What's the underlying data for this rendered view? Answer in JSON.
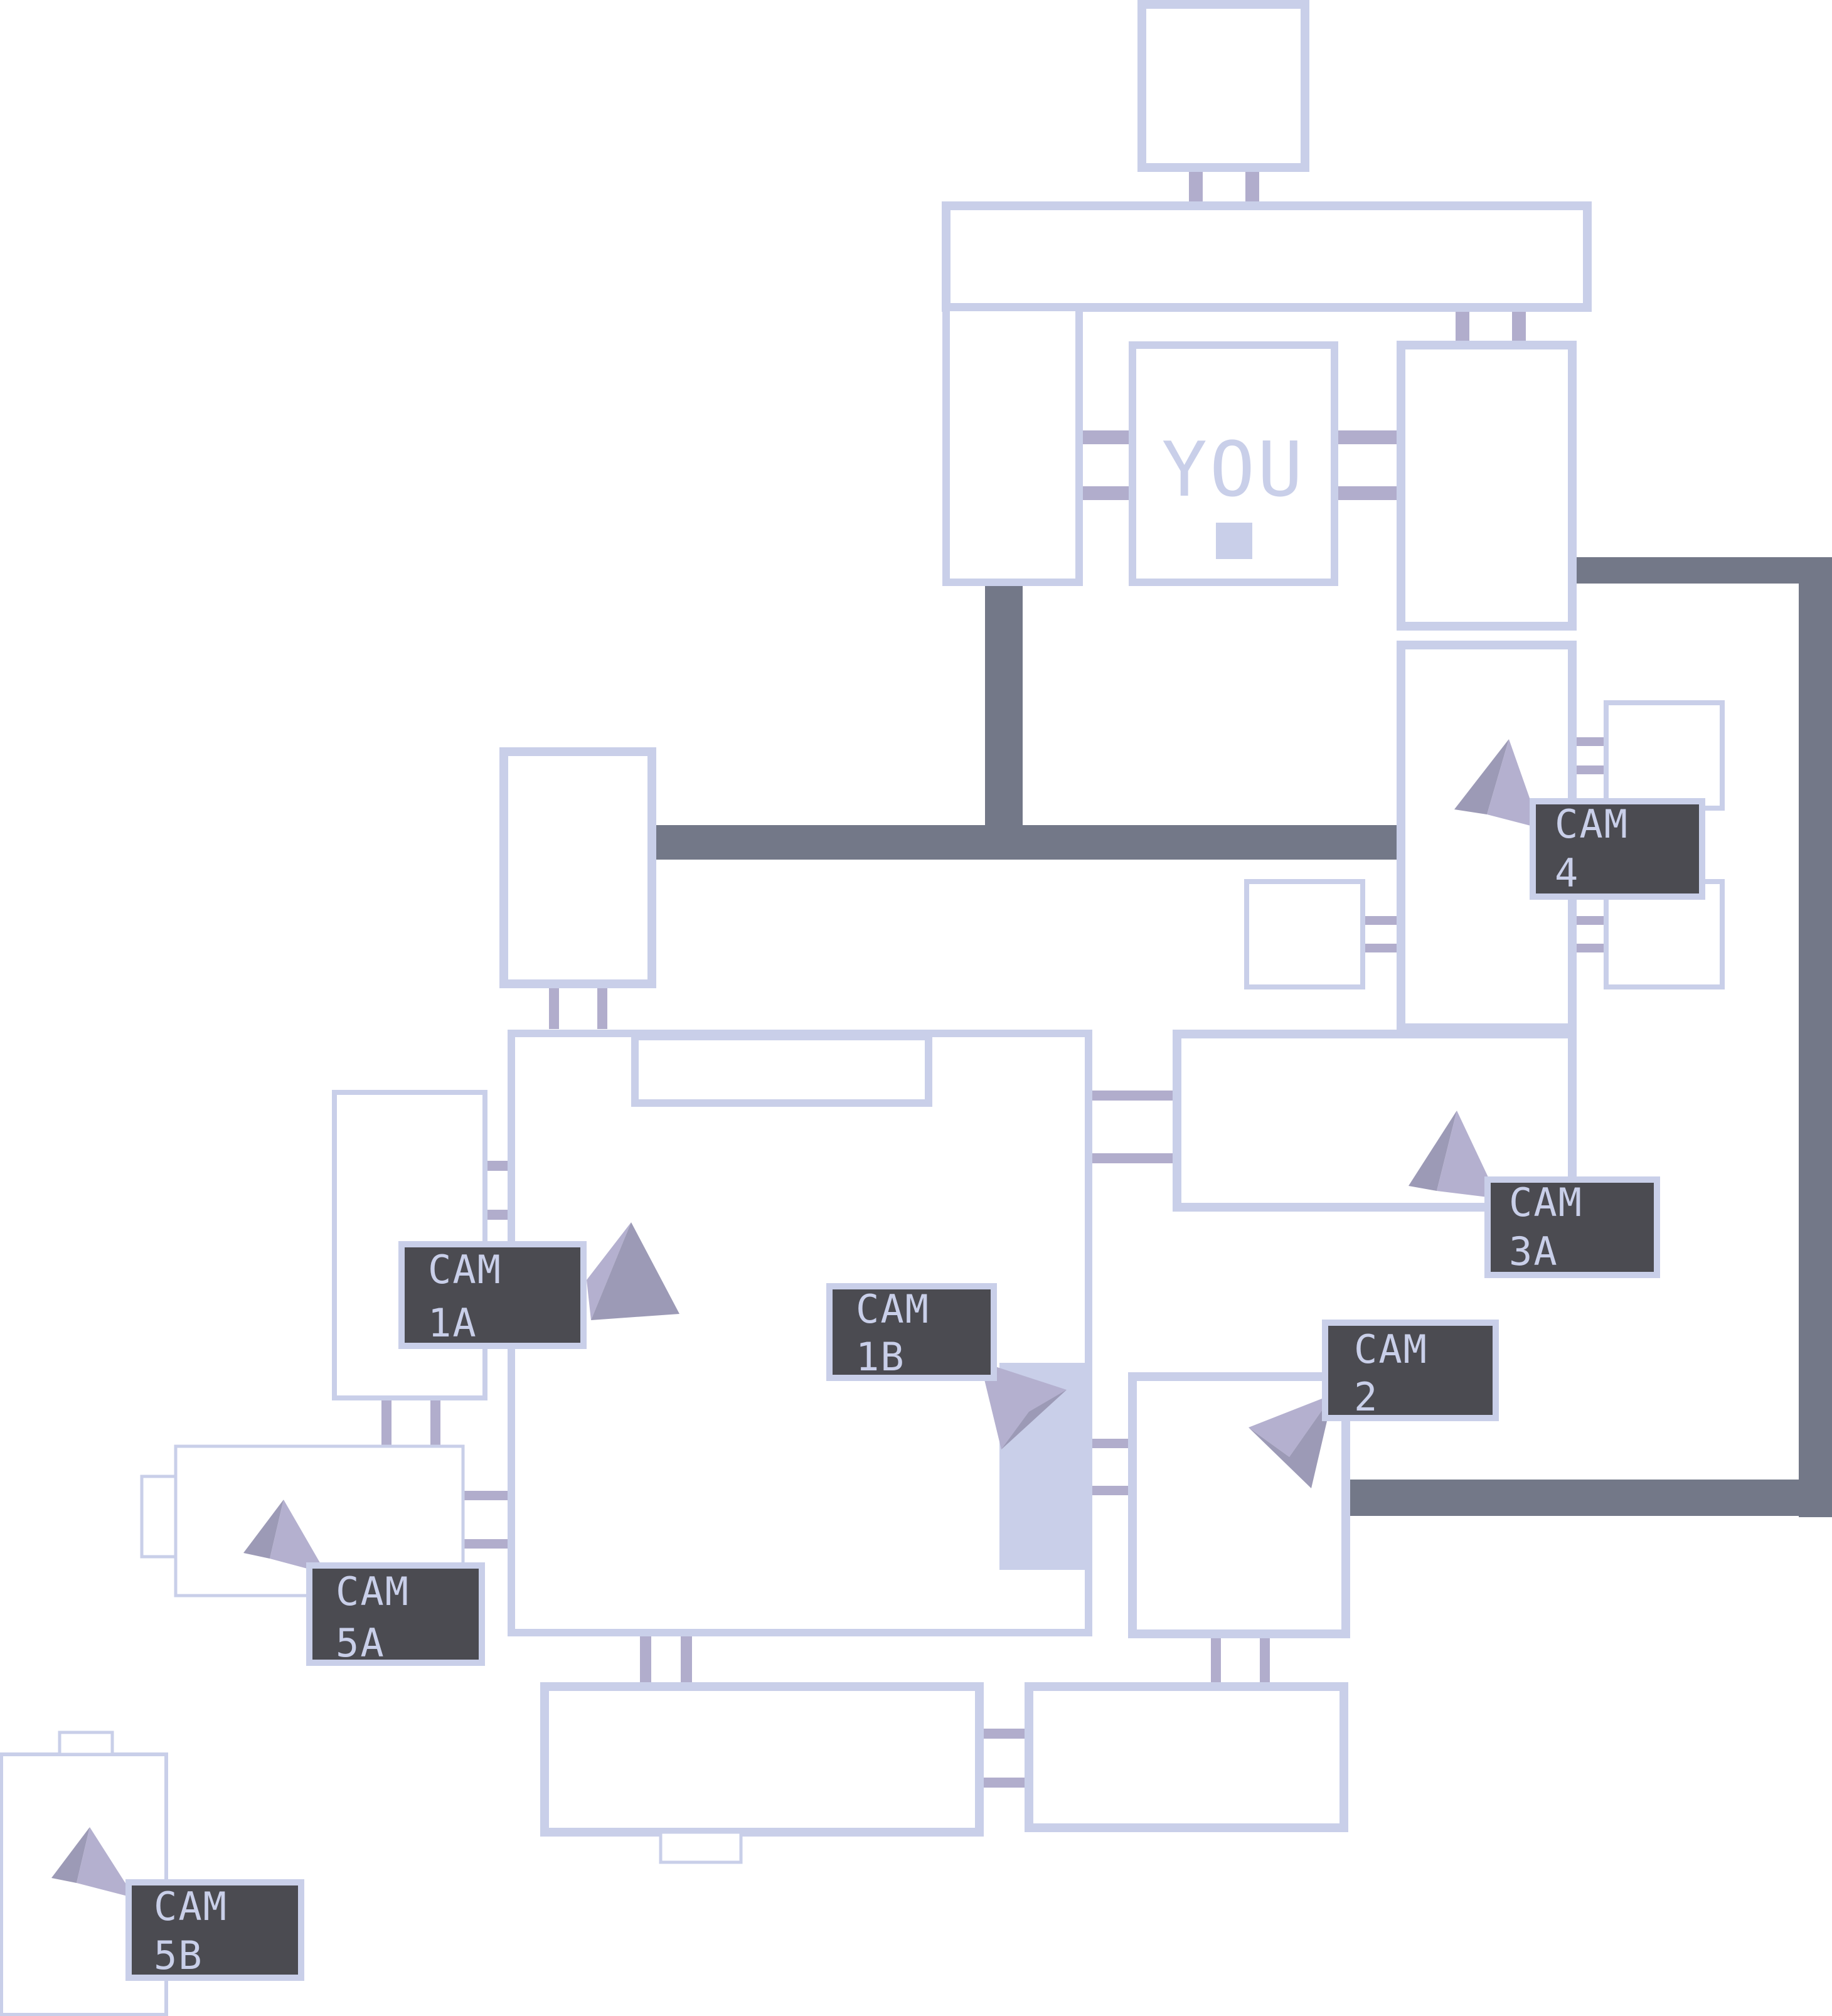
{
  "map": {
    "you_label": "YOU",
    "cameras": [
      {
        "id": "cam-1a",
        "line1": "CAM",
        "line2": "1A"
      },
      {
        "id": "cam-1b",
        "line1": "CAM",
        "line2": "1B"
      },
      {
        "id": "cam-2",
        "line1": "CAM",
        "line2": "2"
      },
      {
        "id": "cam-3a",
        "line1": "CAM",
        "line2": "3A"
      },
      {
        "id": "cam-4",
        "line1": "CAM",
        "line2": "4"
      },
      {
        "id": "cam-5a",
        "line1": "CAM",
        "line2": "5A"
      },
      {
        "id": "cam-5b",
        "line1": "CAM",
        "line2": "5B"
      }
    ]
  },
  "colors": {
    "room_outline": "#c9cfe9",
    "door": "#b1adcc",
    "corridor": "#737888",
    "camera_box": "#4b4b51",
    "camera_text": "#c9cfe9",
    "camera_cone_dark": "#9c9ab6",
    "camera_cone_light": "#b4b0cf"
  }
}
